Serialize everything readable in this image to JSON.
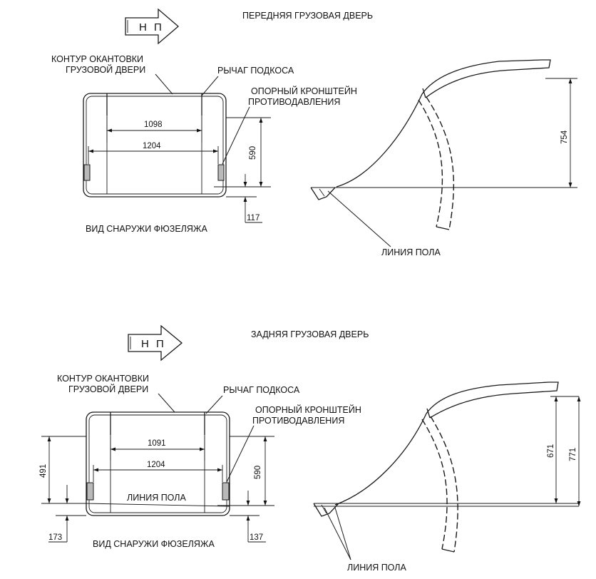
{
  "front": {
    "title": "ПЕРЕДНЯЯ ГРУЗОВАЯ ДВЕРЬ",
    "direction": "Н П",
    "contour_label_1": "КОНТУР ОКАНТОВКИ",
    "contour_label_2": "ГРУЗОВОЙ ДВЕРИ",
    "strut_lever": "РЫЧАГ ПОДКОСА",
    "bracket_1": "ОПОРНЫЙ КРОНШТЕЙН",
    "bracket_2": "ПРОТИВОДАВЛЕНИЯ",
    "view_label": "ВИД СНАРУЖИ ФЮЗЕЛЯЖА",
    "floor_line": "ЛИНИЯ ПОЛА",
    "dim_inner_width": "1098",
    "dim_outer_width": "1204",
    "dim_height": "590",
    "dim_sill": "117",
    "dim_side_height": "754"
  },
  "rear": {
    "title": "ЗАДНЯЯ ГРУЗОВАЯ ДВЕРЬ",
    "direction": "Н П",
    "contour_label_1": "КОНТУР ОКАНТОВКИ",
    "contour_label_2": "ГРУЗОВОЙ ДВЕРИ",
    "strut_lever": "РЫЧАГ ПОДКОСА",
    "bracket_1": "ОПОРНЫЙ КРОНШТЕЙН",
    "bracket_2": "ПРОТИВОДАВЛЕНИЯ",
    "view_label": "ВИД СНАРУЖИ ФЮЗЕЛЯЖА",
    "floor_line_inside": "ЛИНИЯ ПОЛА",
    "floor_line": "ЛИНИЯ ПОЛА",
    "dim_inner_width": "1091",
    "dim_outer_width": "1204",
    "dim_height": "590",
    "dim_left_height": "491",
    "dim_sill_left": "173",
    "dim_sill_right": "137",
    "dim_side_height_1": "671",
    "dim_side_height_2": "771"
  }
}
